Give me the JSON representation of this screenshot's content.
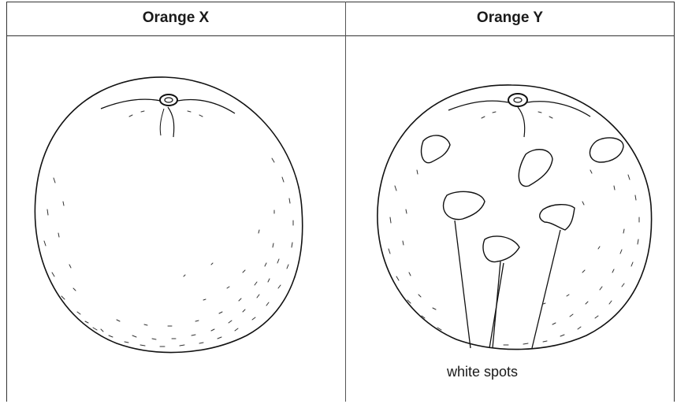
{
  "table": {
    "columns": [
      {
        "title": "Orange X"
      },
      {
        "title": "Orange Y"
      }
    ]
  },
  "callout": {
    "label": "white spots"
  }
}
